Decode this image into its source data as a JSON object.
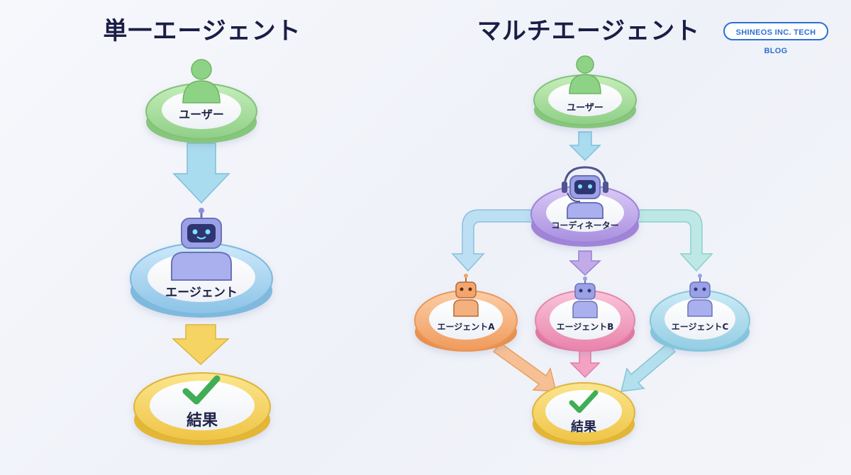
{
  "left_title": "単一エージェント",
  "right_title": "マルチエージェント",
  "badge": "SHINEOS INC. TECH BLOG",
  "single": {
    "user_label": "ユーザー",
    "agent_label": "エージェント",
    "result_label": "結果"
  },
  "multi": {
    "user_label": "ユーザー",
    "coordinator_label": "コーディネーター",
    "agent_a_label": "エージェントA",
    "agent_b_label": "エージェントB",
    "agent_c_label": "エージェントC",
    "result_label": "結果"
  },
  "colors": {
    "user": "#9bd68f",
    "agent_single": "#9ccfee",
    "result": "#f4cf58",
    "coordinator": "#b59be6",
    "agent_a": "#f3a46a",
    "agent_b": "#ef8fb4",
    "agent_c": "#9fd3e6"
  }
}
